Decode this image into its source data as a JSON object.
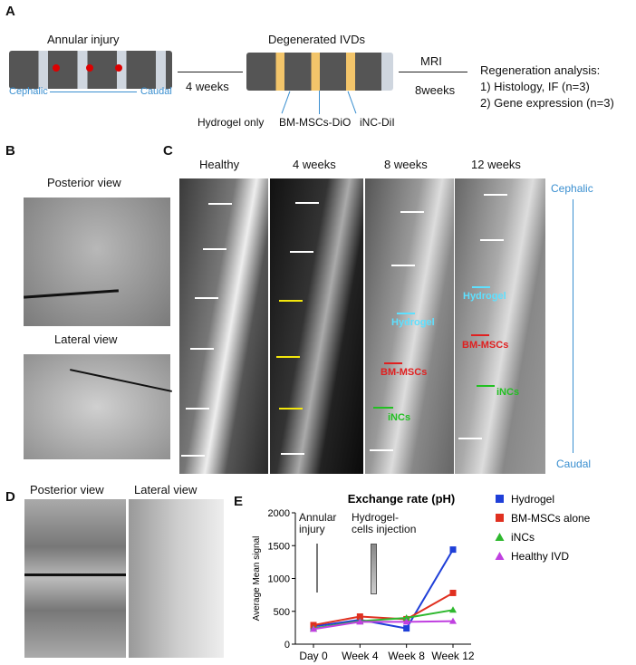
{
  "panelA": {
    "label": "A",
    "annular_injury": "Annular injury",
    "cephalic": "Cephalic",
    "caudal": "Caudal",
    "four_weeks": "4 weeks",
    "degenerated": "Degenerated IVDs",
    "hydrogel_only": "Hydrogel only",
    "bm_mscs_dio": "BM-MSCs-DiO",
    "inc_dil": "iNC-DiI",
    "mri": "MRI",
    "eight_weeks": "8weeks",
    "regen_title": "Regeneration analysis:",
    "regen_1": "1)  Histology, IF (n=3)",
    "regen_2": "2)  Gene expression (n=3)"
  },
  "panelB": {
    "label": "B",
    "posterior": "Posterior view",
    "lateral": "Lateral view"
  },
  "panelC": {
    "label": "C",
    "cols": [
      "Healthy",
      "4 weeks",
      "8 weeks",
      "12 weeks"
    ],
    "cephalic": "Cephalic",
    "caudal": "Caudal",
    "hydrogel": "Hydrogel",
    "bm_mscs": "BM-MSCs",
    "incs": "iNCs"
  },
  "panelD": {
    "label": "D",
    "posterior": "Posterior view",
    "lateral": "Lateral view"
  },
  "panelE": {
    "label": "E",
    "annular_injury": "Annular\ninjury",
    "hydrogel_cells": "Hydrogel-\ncells injection"
  },
  "colors": {
    "hydrogel": "#1f3fd8",
    "bm": "#e03020",
    "inc": "#2eb82e",
    "healthy": "#c040e0",
    "accent_blue": "#3a8fd0"
  },
  "chart_data": {
    "type": "line",
    "title": "Exchange rate (pH)",
    "xlabel": "",
    "ylabel": "Average Mean signal",
    "categories": [
      "Day 0",
      "Week 4",
      "Week 8",
      "Week 12"
    ],
    "ylim": [
      0,
      2000
    ],
    "yticks": [
      0,
      500,
      1000,
      1500,
      2000
    ],
    "series": [
      {
        "name": "Hydrogel",
        "color": "#1f3fd8",
        "marker": "square",
        "values": [
          270,
          370,
          240,
          1440
        ]
      },
      {
        "name": "BM-MSCs alone",
        "color": "#e03020",
        "marker": "square",
        "values": [
          290,
          420,
          380,
          780
        ]
      },
      {
        "name": "iNCs",
        "color": "#2eb82e",
        "marker": "triangle",
        "values": [
          240,
          350,
          400,
          520
        ]
      },
      {
        "name": "Healthy IVD",
        "color": "#c040e0",
        "marker": "triangle",
        "values": [
          230,
          340,
          340,
          350
        ]
      }
    ],
    "legend": "right"
  }
}
